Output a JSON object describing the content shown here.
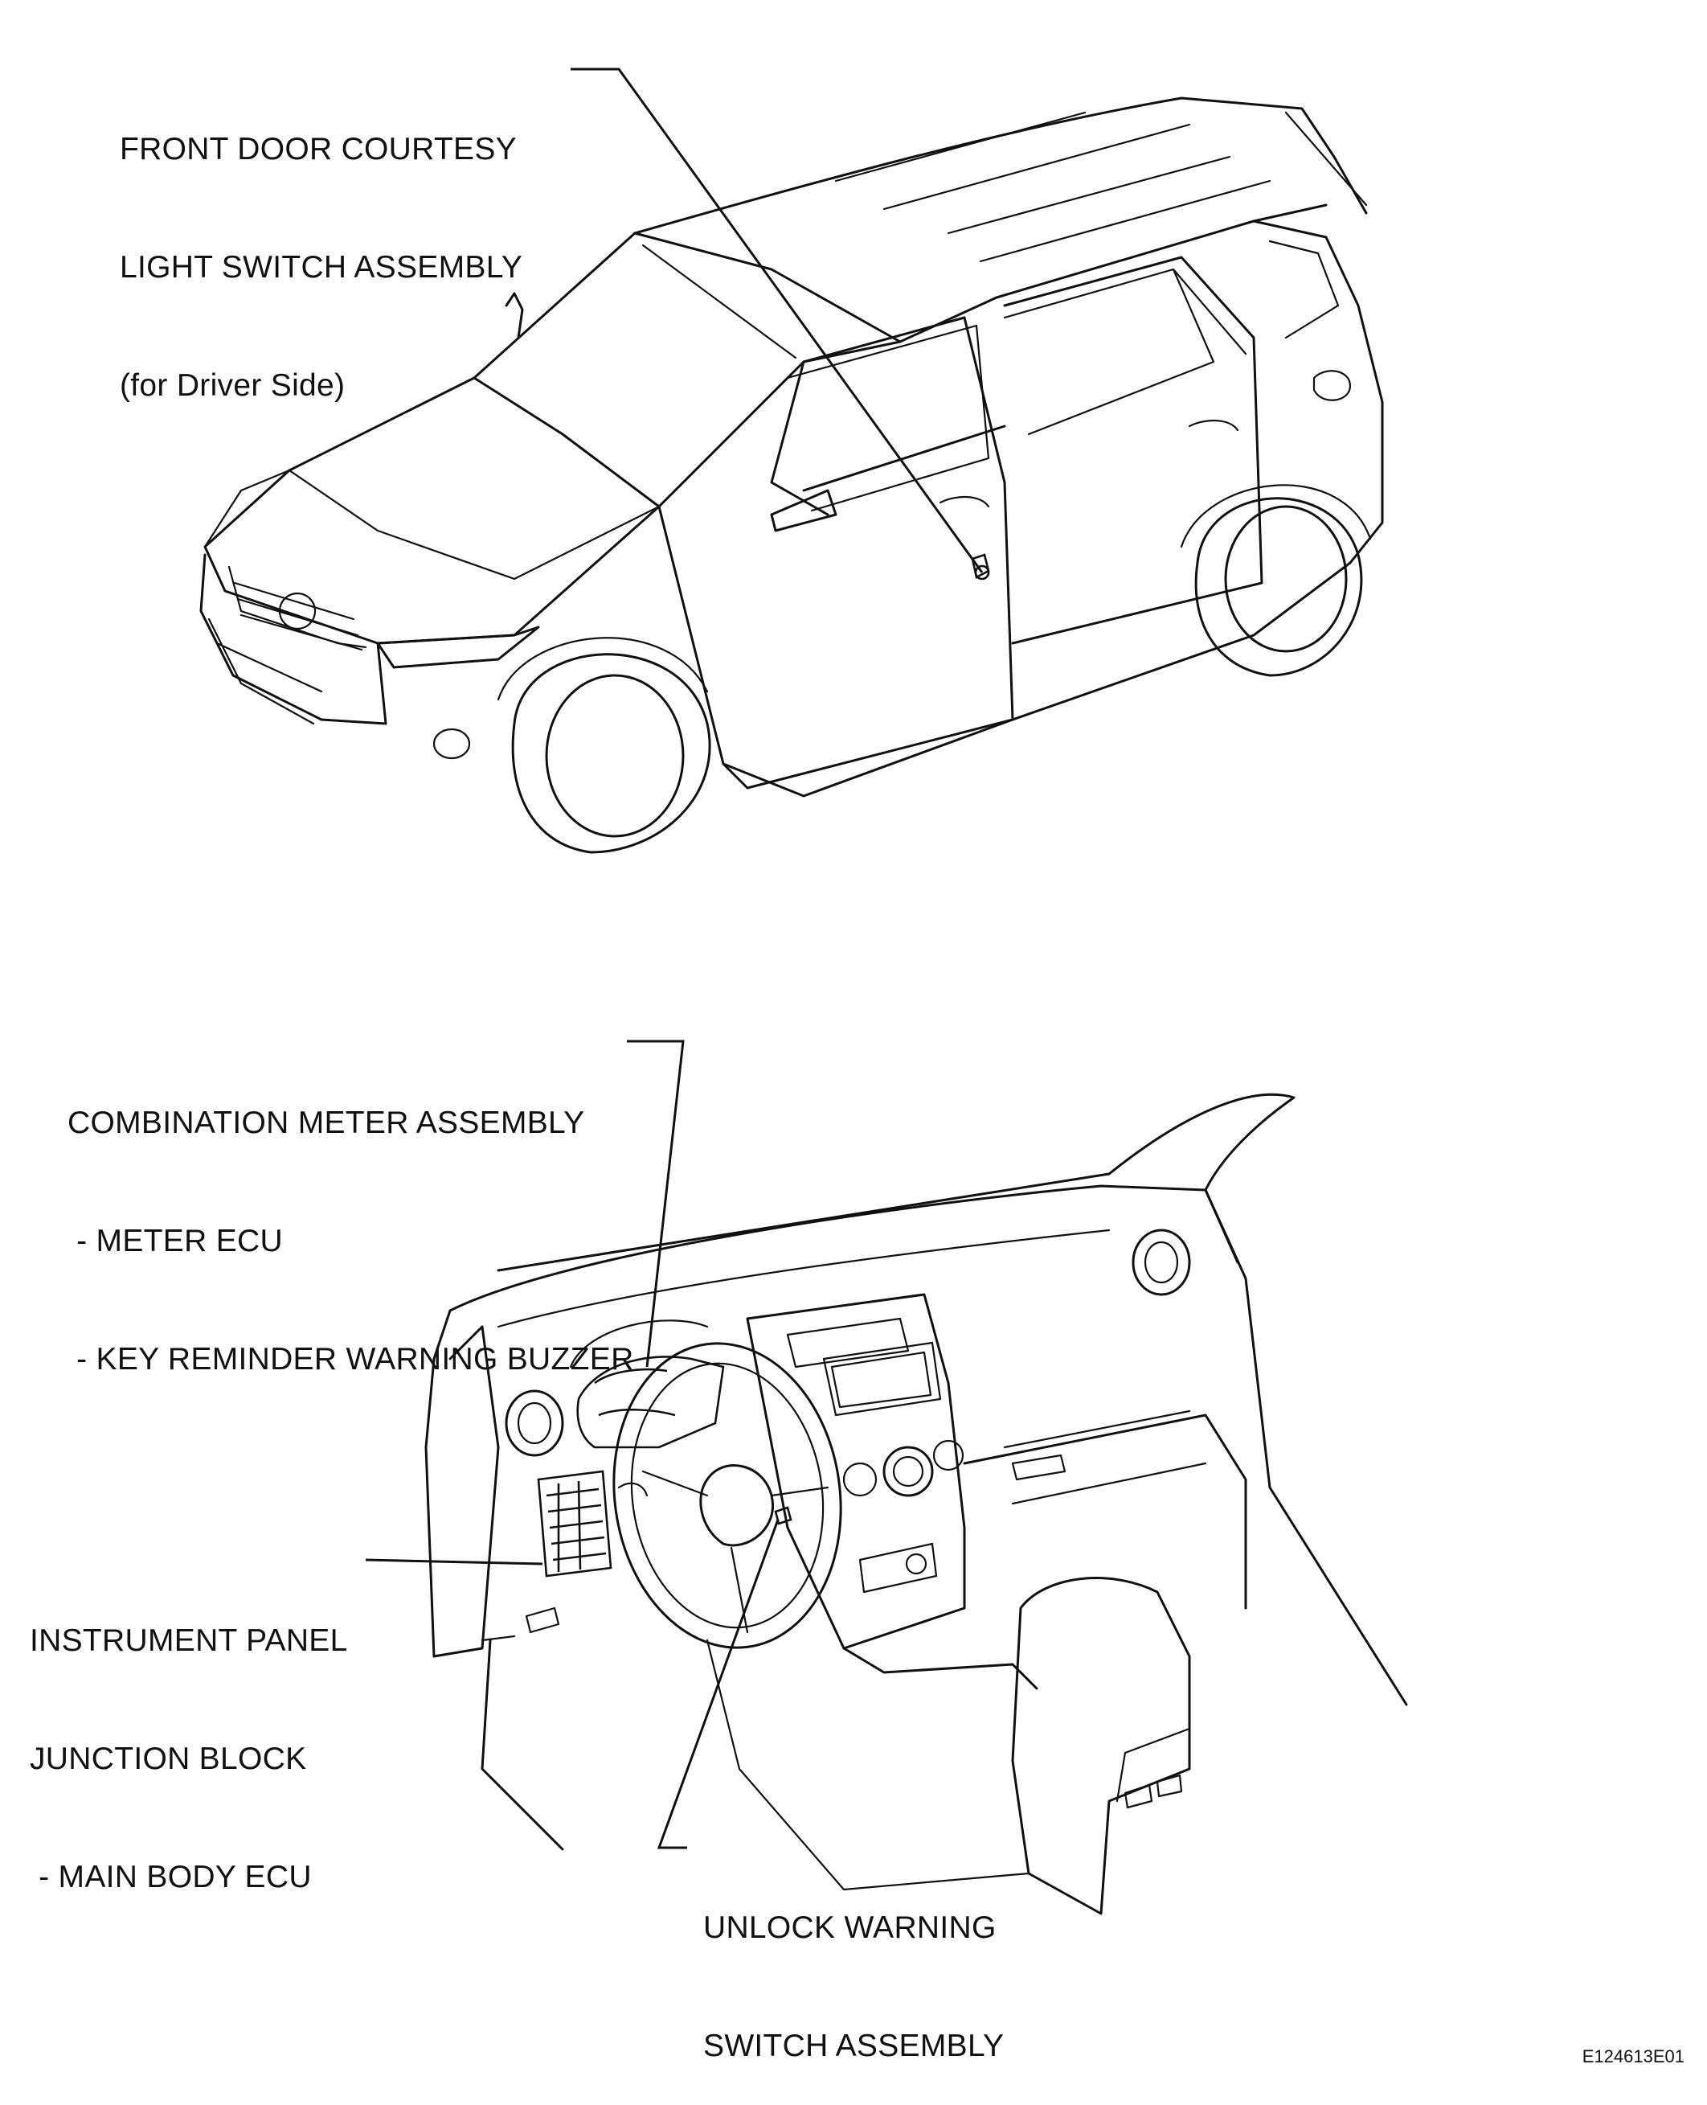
{
  "labels": {
    "door_switch": [
      "FRONT DOOR COURTESY",
      "LIGHT SWITCH ASSEMBLY",
      "(for Driver Side)"
    ],
    "meter": [
      "COMBINATION METER ASSEMBLY",
      " - METER ECU",
      " - KEY REMINDER WARNING BUZZER"
    ],
    "junction": [
      "INSTRUMENT PANEL",
      "JUNCTION BLOCK",
      " - MAIN BODY ECU"
    ],
    "unlock": [
      "UNLOCK WARNING",
      "SWITCH ASSEMBLY"
    ]
  },
  "figure_code": "E124613E01"
}
